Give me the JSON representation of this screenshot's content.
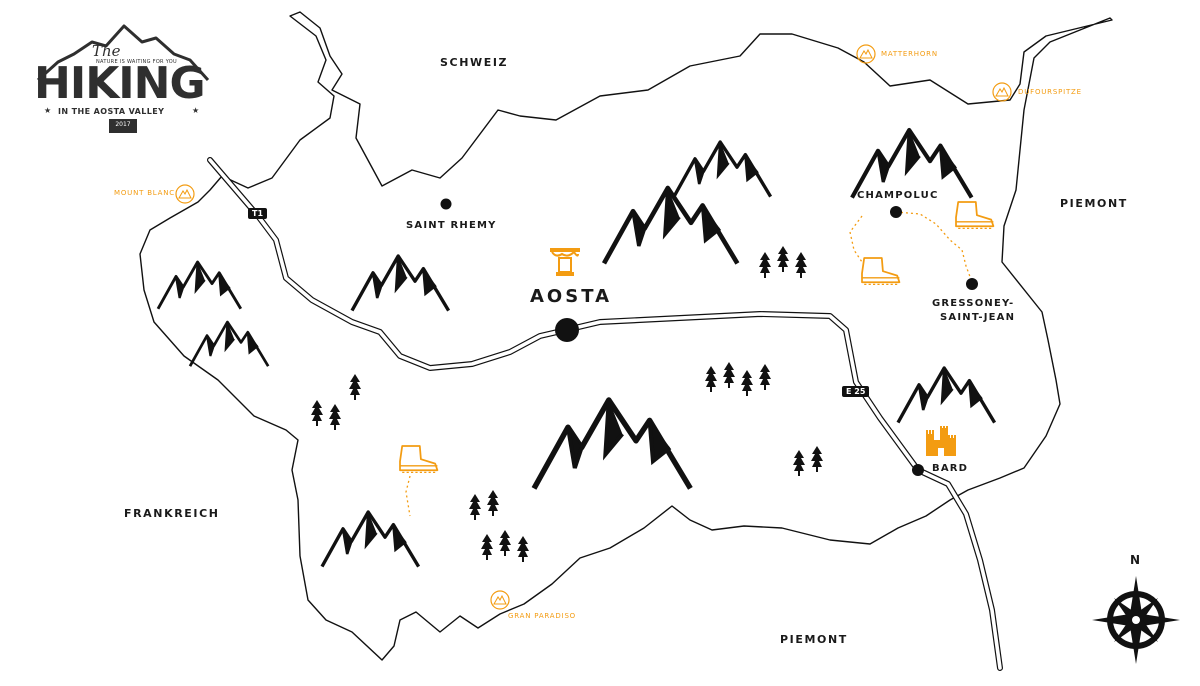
{
  "logo": {
    "the": "The",
    "tagline": "NATURE IS WAITING FOR YOU",
    "title": "HIKING",
    "subtitle": "IN THE AOSTA VALLEY",
    "year": "2017"
  },
  "regions": {
    "north": "SCHWEIZ",
    "west": "FRANKREICH",
    "east": "PIEMONT",
    "south": "PIEMONT"
  },
  "capital": "AOSTA",
  "towns": {
    "saint_rhemy": "SAINT RHEMY",
    "champoluc": "CHAMPOLUC",
    "gressoney_line1": "GRESSONEY-",
    "gressoney_line2": "SAINT-JEAN",
    "bard": "BARD"
  },
  "peaks": {
    "matterhorn": "MATTERHORN",
    "dufourspitze": "DUFOURSPITZE",
    "mont_blanc": "MOUNT BLANC",
    "gran_paradiso": "GRAN PARADISO"
  },
  "roads": {
    "t1": "T1",
    "e25": "E 25"
  },
  "compass": {
    "north": "N"
  },
  "colors": {
    "accent": "#f39c12",
    "ink": "#111111",
    "logo": "#2f2f2f"
  },
  "icons": [
    "mountain-icon",
    "tree-icon",
    "hiking-boot-icon",
    "column-icon",
    "castle-icon",
    "compass-rose-icon",
    "peak-badge-icon"
  ]
}
